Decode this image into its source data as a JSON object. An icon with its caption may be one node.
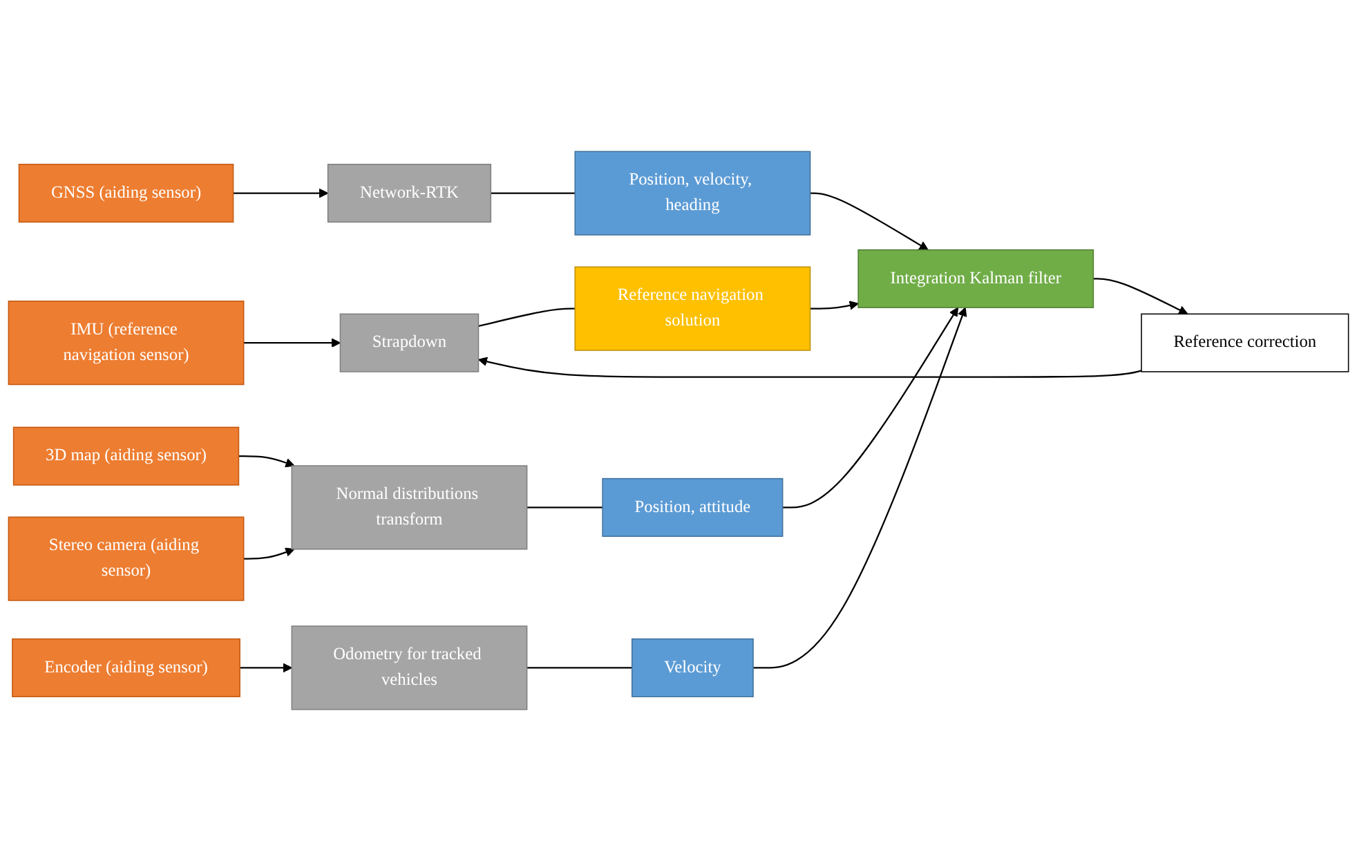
{
  "diagram": {
    "nodes": [
      {
        "text": [
          "IMU (reference navigation sensor)"
        ]
      },
      {
        "text": [
          "Strapdown"
        ]
      },
      {
        "text": [
          "Reference navigation solution"
        ]
      },
      {
        "text": [
          "GNSS (aiding sensor)"
        ]
      },
      {
        "text": [
          "Network-RTK"
        ]
      },
      {
        "text": [
          "Position, velocity, heading"
        ]
      },
      {
        "text": [
          "Integration Kalman filter"
        ]
      },
      {
        "text": [
          "Reference correction"
        ]
      },
      {
        "text": [
          "3D map (aiding sensor)"
        ]
      },
      {
        "text": [
          "Normal distributions transform"
        ]
      },
      {
        "text": [
          "Position, attitude"
        ]
      },
      {
        "text": [
          "Stereo camera (aiding sensor)"
        ]
      },
      {
        "text": [
          "Encoder (aiding sensor)"
        ]
      },
      {
        "text": [
          "Odometry for tracked vehicles"
        ]
      },
      {
        "text": [
          "Velocity"
        ]
      }
    ],
    "edges": [
      {
        "from": 0,
        "to": 1,
        "arrow": "to"
      },
      {
        "from": 1,
        "to": 2,
        "arrow": "none"
      },
      {
        "from": 2,
        "to": 6,
        "arrow": "to"
      },
      {
        "from": 3,
        "to": 4,
        "arrow": "to"
      },
      {
        "from": 4,
        "to": 5,
        "arrow": "none"
      },
      {
        "from": 5,
        "to": 6,
        "arrow": "to"
      },
      {
        "from": 8,
        "to": 9,
        "arrow": "to"
      },
      {
        "from": 11,
        "to": 9,
        "arrow": "to"
      },
      {
        "from": 9,
        "to": 10,
        "arrow": "none"
      },
      {
        "from": 10,
        "to": 6,
        "arrow": "to"
      },
      {
        "from": 12,
        "to": 13,
        "arrow": "to"
      },
      {
        "from": 13,
        "to": 14,
        "arrow": "none"
      },
      {
        "from": 14,
        "to": 6,
        "arrow": "to"
      },
      {
        "from": 6,
        "to": 7,
        "arrow": "to"
      },
      {
        "from": 7,
        "to": 1,
        "arrow": "to"
      }
    ]
  }
}
